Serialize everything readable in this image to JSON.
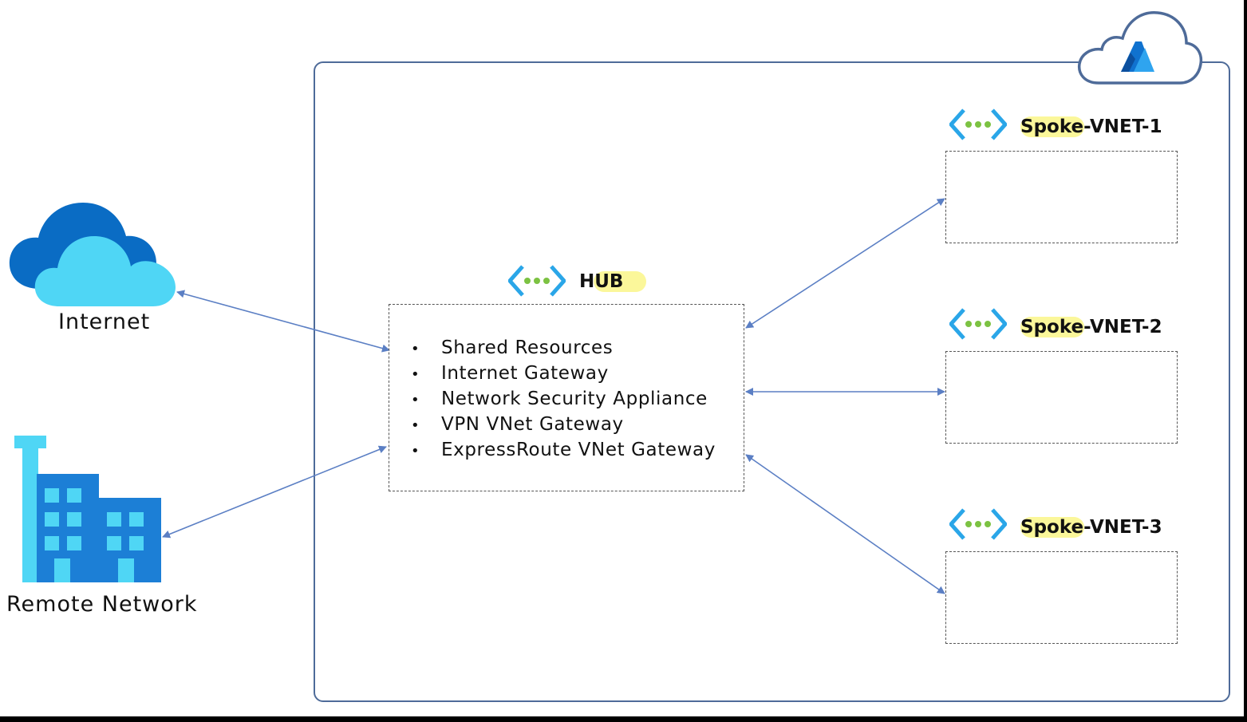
{
  "nodes": {
    "internet": {
      "label": "Internet"
    },
    "remote_network": {
      "label": "Remote Network"
    },
    "hub": {
      "title": "HUB",
      "items": [
        "Shared Resources",
        "Internet Gateway",
        "Network Security Appliance",
        "VPN VNet Gateway",
        "ExpressRoute VNet Gateway"
      ]
    },
    "spokes": [
      {
        "title": "Spoke-VNET-1"
      },
      {
        "title": "Spoke-VNET-2"
      },
      {
        "title": "Spoke-VNET-3"
      }
    ]
  },
  "edges": [
    {
      "from": "internet",
      "to": "hub",
      "direction": "both"
    },
    {
      "from": "remote_network",
      "to": "hub",
      "direction": "both"
    },
    {
      "from": "hub",
      "to": "spoke-vnet-1",
      "direction": "both"
    },
    {
      "from": "hub",
      "to": "spoke-vnet-2",
      "direction": "both"
    },
    {
      "from": "hub",
      "to": "spoke-vnet-3",
      "direction": "both"
    }
  ],
  "colors": {
    "frame": "#4e6b99",
    "arrow": "#5b7fc4",
    "highlight": "#fbf79a",
    "cloud_dark": "#0a6cc4",
    "cloud_light": "#4fd6f5",
    "vnet_bracket": "#2aa6e8",
    "vnet_dots": "#7cc242"
  },
  "icons": {
    "azure": "azure-cloud-logo-icon",
    "internet": "cloud-icon",
    "remote_network": "building-icon",
    "vnet": "vnet-icon"
  }
}
